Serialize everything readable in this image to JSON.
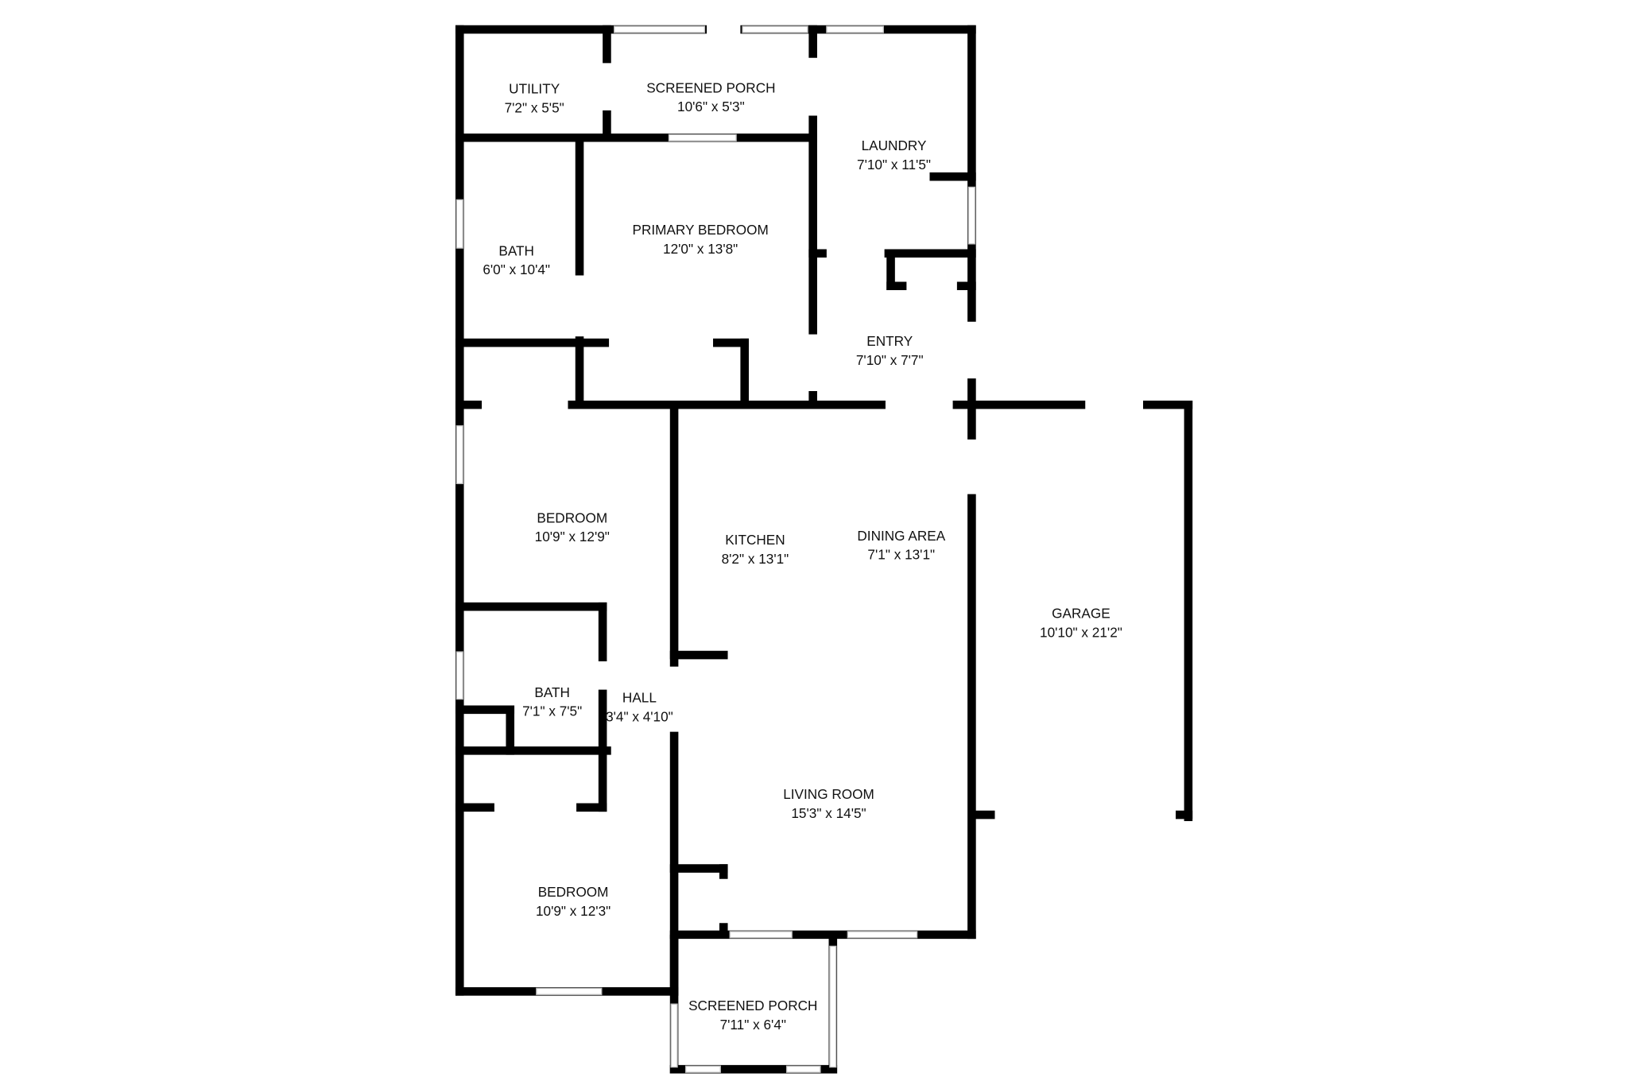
{
  "rooms": [
    {
      "name": "UTILITY",
      "size": "7'2\" x 5'5\""
    },
    {
      "name": "SCREENED PORCH",
      "size": "10'6\" x 5'3\""
    },
    {
      "name": "LAUNDRY",
      "size": "7'10\" x 11'5\""
    },
    {
      "name": "BATH",
      "size": "6'0\" x 10'4\""
    },
    {
      "name": "PRIMARY BEDROOM",
      "size": "12'0\" x 13'8\""
    },
    {
      "name": "ENTRY",
      "size": "7'10\" x 7'7\""
    },
    {
      "name": "BEDROOM",
      "size": "10'9\" x 12'9\""
    },
    {
      "name": "KITCHEN",
      "size": "8'2\" x 13'1\""
    },
    {
      "name": "DINING AREA",
      "size": "7'1\" x 13'1\""
    },
    {
      "name": "GARAGE",
      "size": "10'10\" x 21'2\""
    },
    {
      "name": "BATH",
      "size": "7'1\" x 7'5\""
    },
    {
      "name": "HALL",
      "size": "3'4\" x 4'10\""
    },
    {
      "name": "LIVING ROOM",
      "size": "15'3\" x 14'5\""
    },
    {
      "name": "BEDROOM",
      "size": "10'9\" x 12'3\""
    },
    {
      "name": "SCREENED PORCH",
      "size": "7'11\" x 6'4\""
    }
  ]
}
